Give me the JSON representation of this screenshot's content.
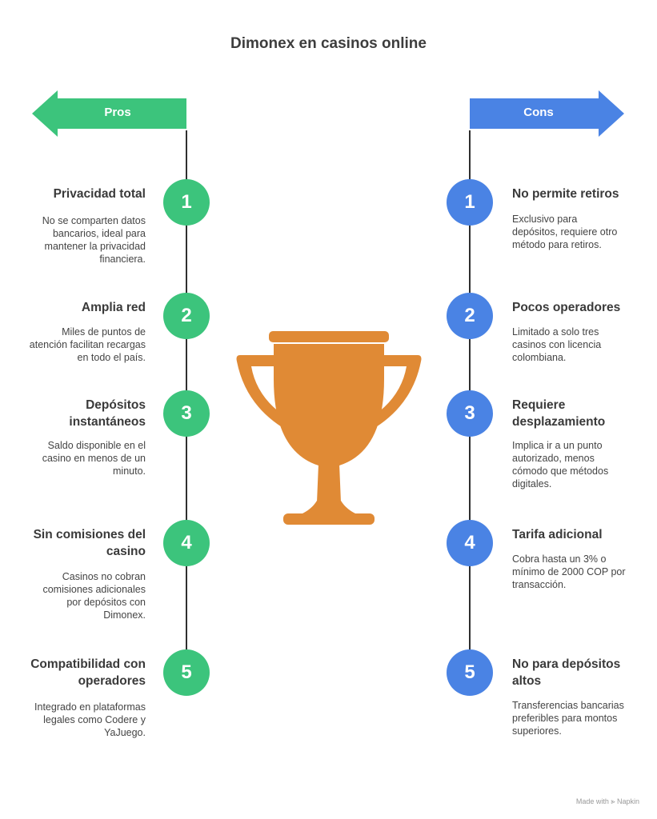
{
  "title": "Dimonex en casinos online",
  "pros": {
    "label": "Pros",
    "color": "#3cc47c",
    "items": [
      {
        "number": "1",
        "title": "Privacidad total",
        "description": "No se comparten datos bancarios, ideal para mantener la privacidad financiera."
      },
      {
        "number": "2",
        "title": "Amplia red",
        "description": "Miles de puntos de atención facilitan recargas en todo el país."
      },
      {
        "number": "3",
        "title": "Depósitos instantáneos",
        "description": "Saldo disponible en el casino en menos de un minuto."
      },
      {
        "number": "4",
        "title": "Sin comisiones del casino",
        "description": "Casinos no cobran comisiones adicionales por depósitos con Dimonex."
      },
      {
        "number": "5",
        "title": "Compatibilidad con operadores",
        "description": "Integrado en plataformas legales como Codere y YaJuego."
      }
    ]
  },
  "cons": {
    "label": "Cons",
    "color": "#4a83e4",
    "items": [
      {
        "number": "1",
        "title": "No permite retiros",
        "description": "Exclusivo para depósitos, requiere otro método para retiros."
      },
      {
        "number": "2",
        "title": "Pocos operadores",
        "description": "Limitado a solo tres casinos con licencia colombiana."
      },
      {
        "number": "3",
        "title": "Requiere desplazamiento",
        "description": "Implica ir a un punto autorizado, menos cómodo que métodos digitales."
      },
      {
        "number": "4",
        "title": "Tarifa adicional",
        "description": "Cobra hasta un 3% o mínimo de 2000 COP por transacción."
      },
      {
        "number": "5",
        "title": "No para depósitos altos",
        "description": "Transferencias bancarias preferibles para montos superiores."
      }
    ]
  },
  "center_icon": {
    "name": "trophy-icon",
    "color": "#e08a35"
  },
  "footer": {
    "text": "Made with",
    "brand": "Napkin"
  }
}
